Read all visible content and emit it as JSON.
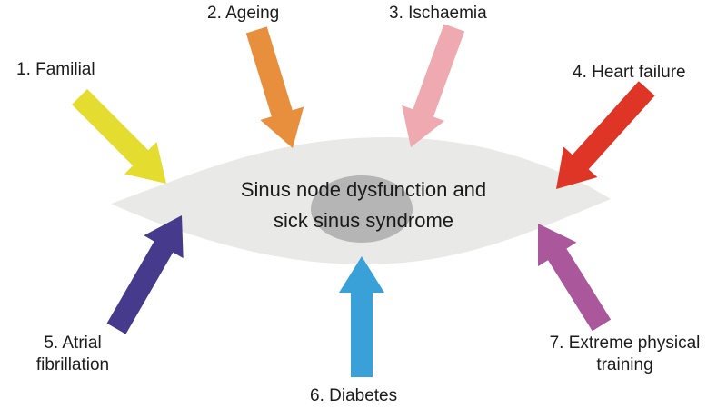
{
  "title": {
    "line1": "Sinus node dysfunction and",
    "line2": "sick sinus syndrome"
  },
  "cell": {
    "body_color": "#e9e9e8",
    "nucleus_color": "#b5b5b5"
  },
  "causes": [
    {
      "label": "1. Familial",
      "color": "#e4dd30",
      "arrow_direction": "down-right"
    },
    {
      "label": "2. Ageing",
      "color": "#e78f3d",
      "arrow_direction": "down"
    },
    {
      "label": "3. Ischaemia",
      "color": "#efa9b0",
      "arrow_direction": "down-left"
    },
    {
      "label": "4. Heart failure",
      "color": "#de3526",
      "arrow_direction": "down-left"
    },
    {
      "label": "5. Atrial fibrillation",
      "color": "#453a8b",
      "arrow_direction": "up-right"
    },
    {
      "label": "6. Diabetes",
      "color": "#3aa1d8",
      "arrow_direction": "up"
    },
    {
      "label": "7. Extreme physical training",
      "color": "#aa579c",
      "arrow_direction": "up-left"
    }
  ]
}
